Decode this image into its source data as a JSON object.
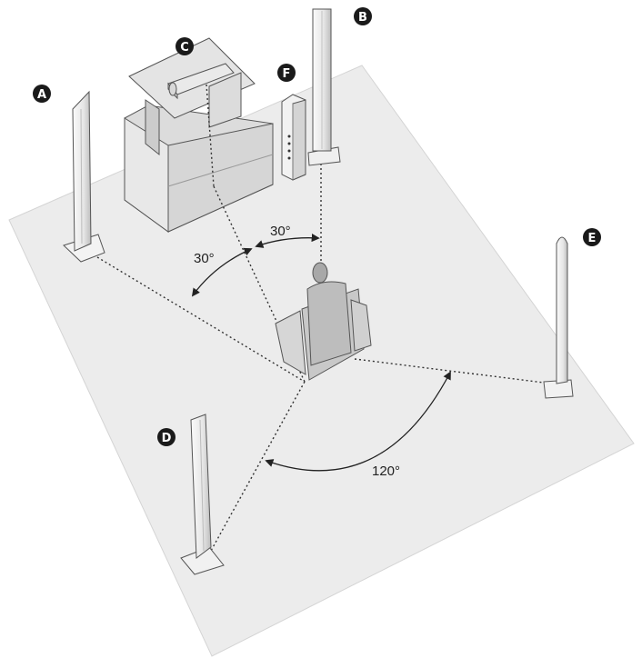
{
  "labels": {
    "speaker_a": "A",
    "speaker_b": "B",
    "speaker_c": "C",
    "speaker_d": "D",
    "speaker_e": "E",
    "speaker_f": "F"
  },
  "angles": {
    "left_front": "30°",
    "right_front": "30°",
    "rear": "120°"
  },
  "colors": {
    "floor": "#ececec",
    "speaker_body": "#f4f4f4",
    "badge": "#1a1a1a",
    "line": "#333333"
  }
}
